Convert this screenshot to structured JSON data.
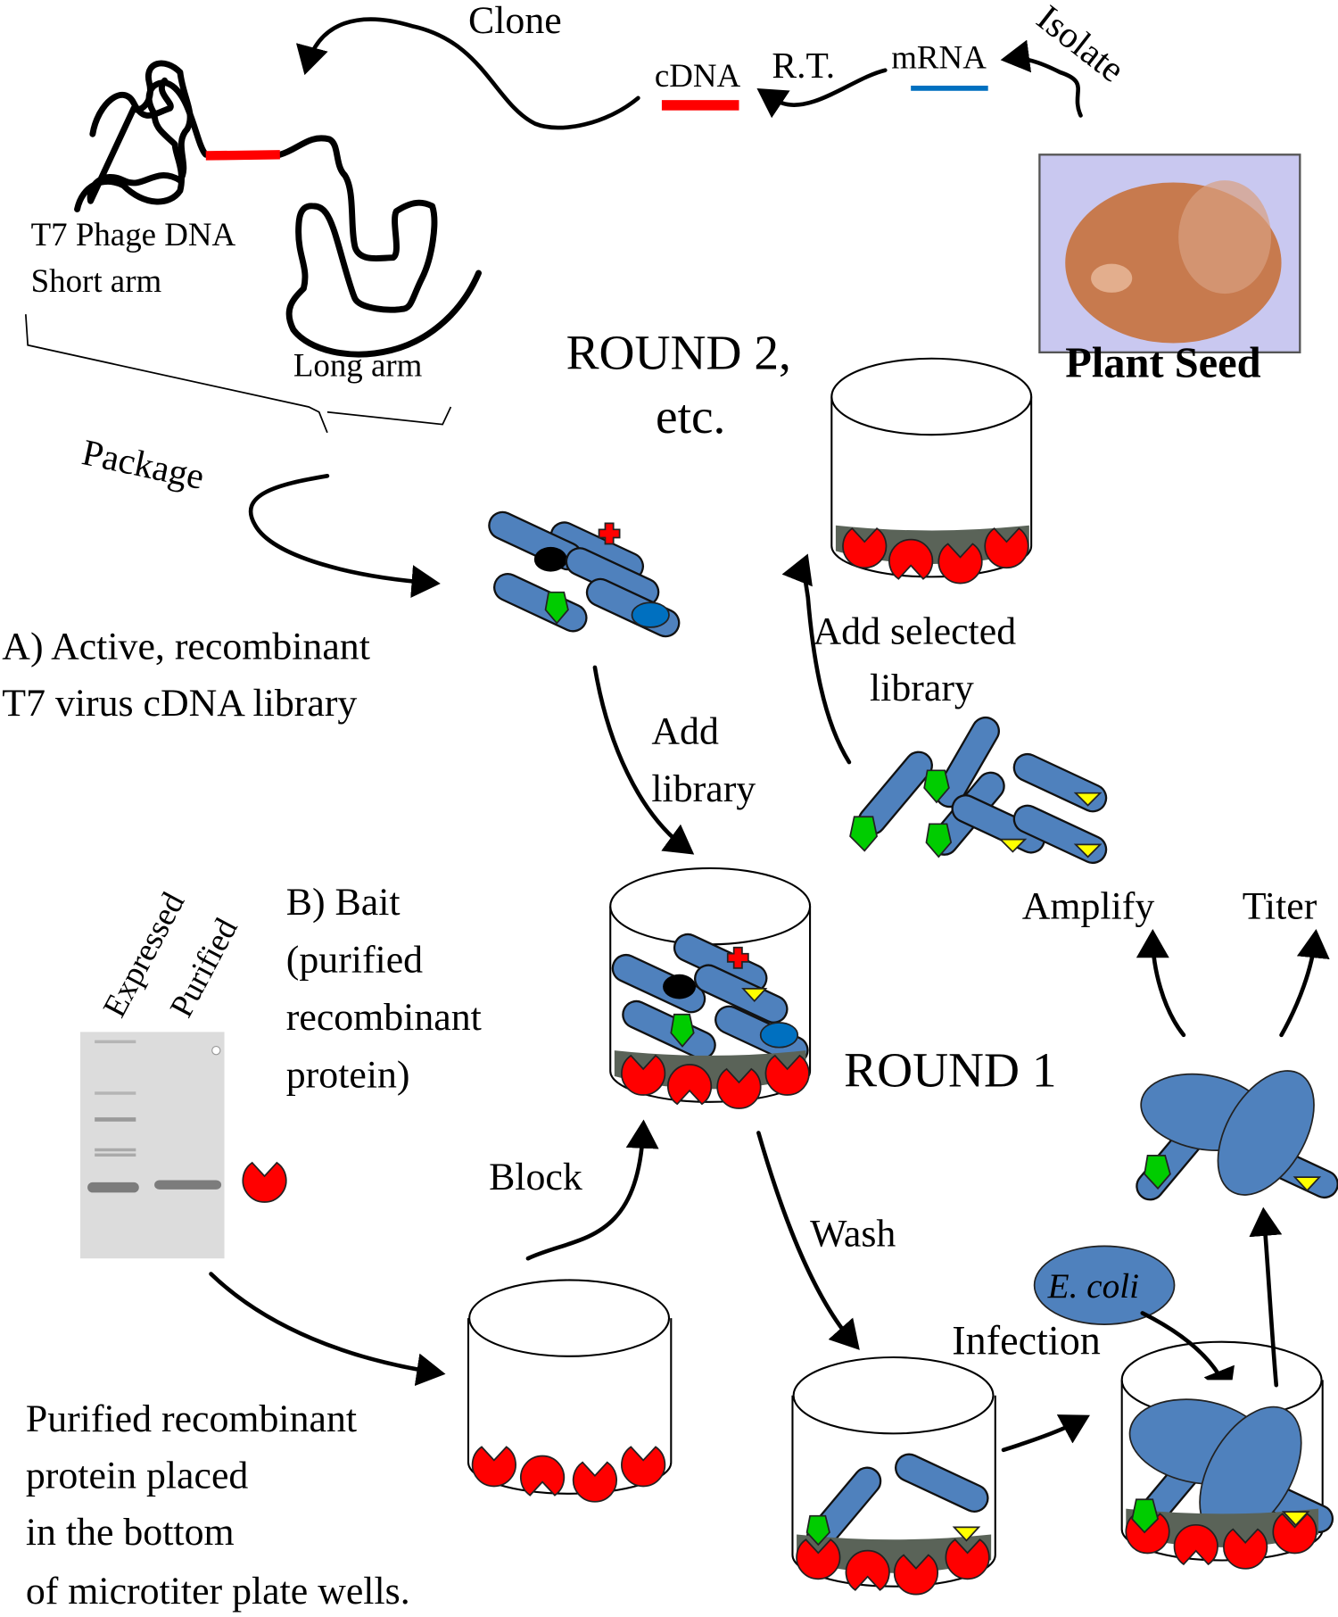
{
  "figure": {
    "top_flow": {
      "clone": "Clone",
      "cdna": "cDNA",
      "rt": "R.T.",
      "mrna": "mRNA",
      "isolate": "Isolate",
      "plant_seed": "Plant Seed"
    },
    "phage_dna": {
      "title": "T7 Phage DNA",
      "short_arm": "Short arm",
      "long_arm": "Long arm"
    },
    "package": "Package",
    "library_label": {
      "line1": "A) Active, recombinant",
      "line2": "T7 virus cDNA library"
    },
    "round2": {
      "line1": "ROUND 2,",
      "line2": "etc."
    },
    "add_selected": {
      "line1": "Add selected",
      "line2": "library"
    },
    "add_library": {
      "line1": "Add",
      "line2": "library"
    },
    "gel": {
      "lane1": "Expressed",
      "lane2": "Purified"
    },
    "bait": {
      "line1": "B) Bait",
      "line2": "(purified",
      "line3": "recombinant",
      "line4": "protein)"
    },
    "round1": "ROUND 1",
    "amplify": "Amplify",
    "titer": "Titer",
    "block": "Block",
    "wash": "Wash",
    "ecoli": "E. coli",
    "infection": "Infection",
    "plate_note": {
      "line1": "Purified recombinant",
      "line2": "protein placed",
      "line3": "in the bottom",
      "line4": "of microtiter plate wells."
    },
    "colors": {
      "phage": "#4f81bd",
      "bait": "#ff0000",
      "cdna": "#ff0000",
      "mrna": "#0070c0",
      "peptide_green": "#00cc00",
      "peptide_yellow": "#ffff00",
      "blocking": "#5a6358"
    }
  }
}
